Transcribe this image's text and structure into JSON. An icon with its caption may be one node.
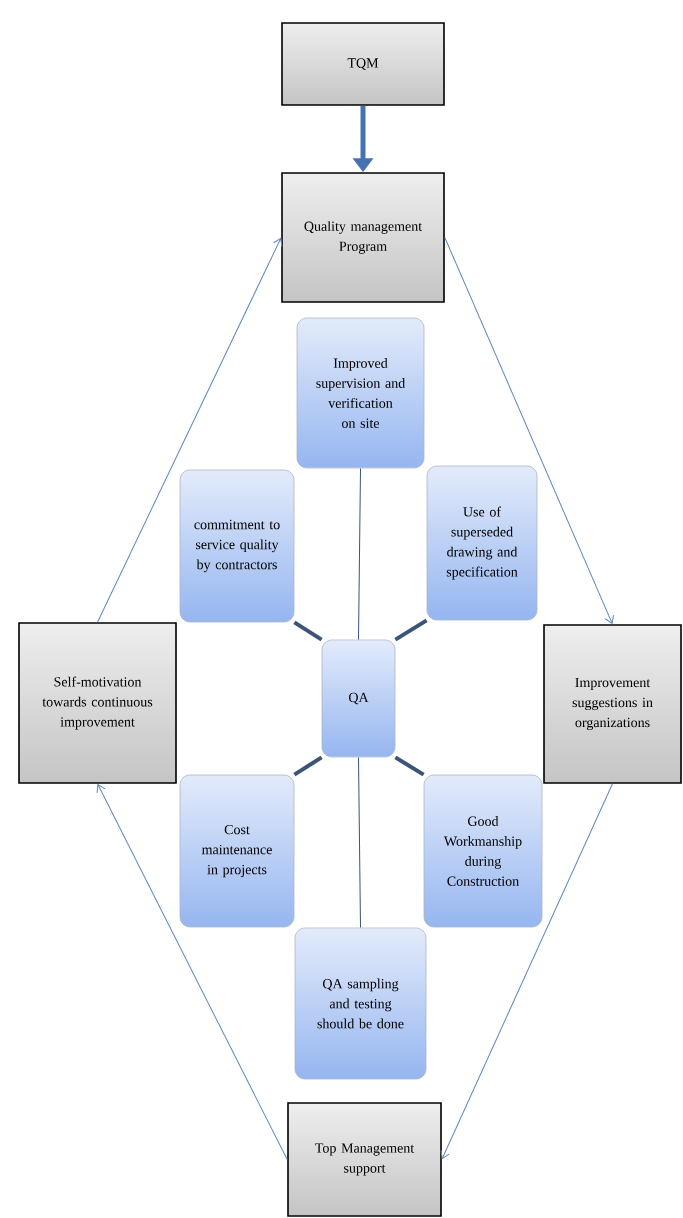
{
  "diagram": {
    "nodes": [
      {
        "text": [
          "TQM"
        ]
      },
      {
        "text": [
          "Quality management Program"
        ]
      },
      {
        "text": [
          "Improved supervision and verification on site"
        ]
      },
      {
        "text": [
          "commitment to service quality by contractors"
        ]
      },
      {
        "text": [
          "Use of superseded drawing and specification"
        ]
      },
      {
        "text": [
          "Self-motivation towards continuous improvement"
        ]
      },
      {
        "text": [
          "QA"
        ]
      },
      {
        "text": [
          "Improvement suggestions in organizations"
        ]
      },
      {
        "text": [
          "Cost maintenance in projects"
        ]
      },
      {
        "text": [
          "Good Workmanship during Construction"
        ]
      },
      {
        "text": [
          "QA sampling and testing should be done"
        ]
      },
      {
        "text": [
          "Top Management support"
        ]
      }
    ],
    "edges": [
      {
        "from": 0,
        "to": 1,
        "arrow": "to",
        "style": "thick"
      },
      {
        "from": 1,
        "to": 7,
        "arrow": "to"
      },
      {
        "from": 7,
        "to": 11,
        "arrow": "to"
      },
      {
        "from": 11,
        "to": 5,
        "arrow": "to"
      },
      {
        "from": 5,
        "to": 1,
        "arrow": "to"
      },
      {
        "from": 6,
        "to": 2,
        "arrow": "none",
        "color": "#3b5478"
      },
      {
        "from": 6,
        "to": 3,
        "arrow": "none",
        "style": "thick",
        "color": "#3b5478"
      },
      {
        "from": 6,
        "to": 4,
        "arrow": "none",
        "style": "thick",
        "color": "#3b5478"
      },
      {
        "from": 6,
        "to": 8,
        "arrow": "none",
        "style": "thick",
        "color": "#3b5478"
      },
      {
        "from": 6,
        "to": 9,
        "arrow": "none",
        "style": "thick",
        "color": "#3b5478"
      },
      {
        "from": 6,
        "to": 10,
        "arrow": "none",
        "color": "#3b5478"
      }
    ]
  }
}
